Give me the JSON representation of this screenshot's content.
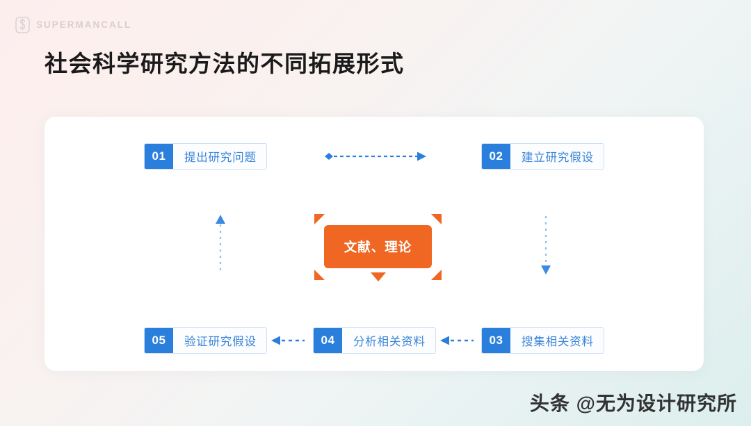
{
  "brand": {
    "logo_icon": "s-monogram-icon",
    "name": "SUPERMANCALL"
  },
  "title": "社会科学研究方法的不同拓展形式",
  "center": {
    "label": "文献、理论",
    "color": "#ef6723"
  },
  "steps": [
    {
      "id": "01",
      "number": "01",
      "label": "提出研究问题"
    },
    {
      "id": "02",
      "number": "02",
      "label": "建立研究假设"
    },
    {
      "id": "03",
      "number": "03",
      "label": "搜集相关资料"
    },
    {
      "id": "04",
      "number": "04",
      "label": "分析相关资料"
    },
    {
      "id": "05",
      "number": "05",
      "label": "验证研究假设"
    }
  ],
  "connectors": [
    {
      "id": "top",
      "from": "01",
      "to": "02",
      "direction": "right",
      "style": "dashed",
      "color": "#2a7fdd"
    },
    {
      "id": "right",
      "from": "02",
      "to": "03",
      "direction": "down",
      "style": "dotted",
      "color": "#2a7fdd"
    },
    {
      "id": "b2",
      "from": "03",
      "to": "04",
      "direction": "left",
      "style": "dotted",
      "color": "#2a7fdd"
    },
    {
      "id": "b1",
      "from": "04",
      "to": "05",
      "direction": "left",
      "style": "dotted",
      "color": "#2a7fdd"
    },
    {
      "id": "left",
      "from": "05",
      "to": "01",
      "direction": "up",
      "style": "dotted",
      "color": "#2a7fdd"
    }
  ],
  "watermark": "头条 @无为设计研究所",
  "colors": {
    "accent_blue": "#2a7fdd",
    "label_blue": "#3c85d8",
    "box_border": "#cfe0f5",
    "accent_orange": "#ef6723",
    "card_bg": "#ffffff",
    "bg_start": "#fdeeee",
    "bg_end": "#dcefee"
  }
}
